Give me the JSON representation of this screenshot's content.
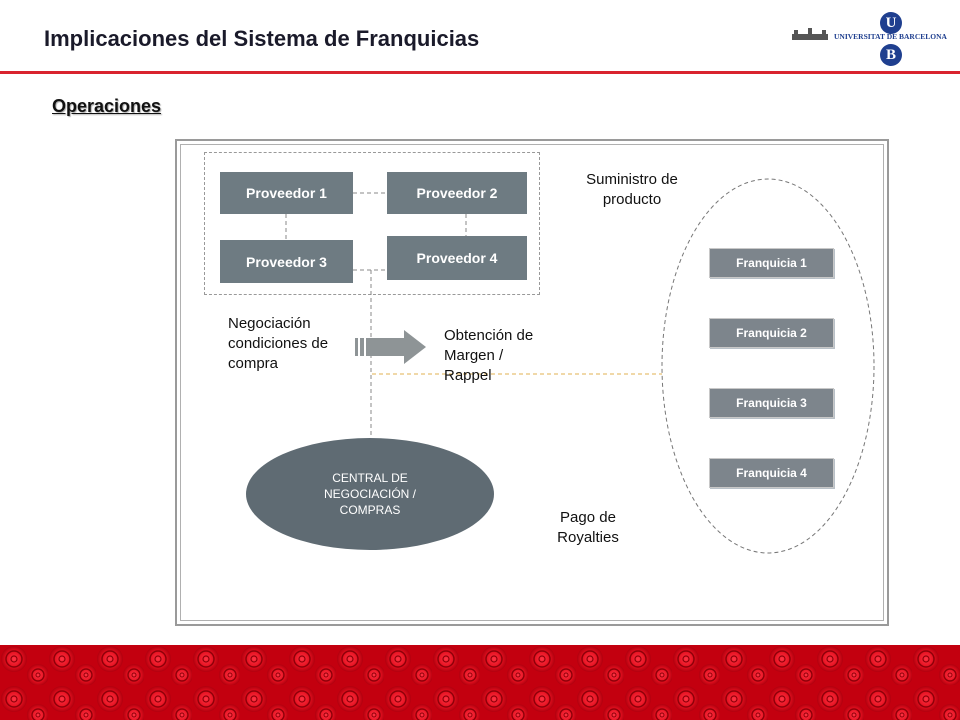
{
  "header": {
    "title": "Implicaciones del Sistema de Franquicias",
    "logo": {
      "name": "UNIVERSITAT DE BARCELONA",
      "letter_top": "U",
      "letter_bottom": "B"
    }
  },
  "section": {
    "title": "Operaciones"
  },
  "diagram": {
    "proveedores": [
      "Proveedor 1",
      "Proveedor 2",
      "Proveedor 3",
      "Proveedor 4"
    ],
    "franquicias": [
      "Franquicia 1",
      "Franquicia  2",
      "Franquicia 3",
      "Franquicia 4"
    ],
    "suministro": [
      "Suministro de",
      "producto"
    ],
    "negociacion": [
      "Negociación",
      "condiciones de",
      "compra"
    ],
    "obtencion": [
      "Obtención de",
      "Margen /",
      "Rappel"
    ],
    "central": [
      "CENTRAL DE",
      "NEGOCIACIÓN /",
      "COMPRAS"
    ],
    "pago": [
      "Pago de",
      "Royalties"
    ]
  },
  "colors": {
    "accent_red": "#d9232e",
    "box_gray": "#6e7b82",
    "logo_blue": "#1f3f8f"
  }
}
